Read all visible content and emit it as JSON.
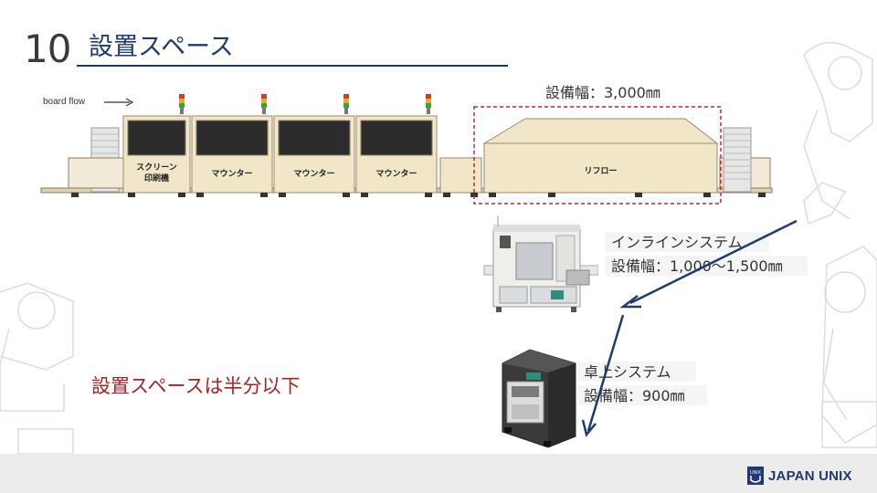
{
  "slide": {
    "number": "10",
    "title": "設置スペース"
  },
  "line_diagram": {
    "flow_label": "board flow",
    "reflow_width_caption": "設備幅：3,000㎜",
    "machines": [
      {
        "name": "printer",
        "label_line1": "スクリーン",
        "label_line2": "印刷機"
      },
      {
        "name": "mounter-1",
        "label": "マウンター"
      },
      {
        "name": "mounter-2",
        "label": "マウンター"
      },
      {
        "name": "mounter-3",
        "label": "マウンター"
      },
      {
        "name": "reflow",
        "label": "リフロー"
      }
    ],
    "signal_lamp_colors": [
      "#d23b2b",
      "#e8b020",
      "#3aa04a"
    ],
    "highlight_color": "#c0272d"
  },
  "inline_system": {
    "name": "インラインシステム",
    "width": "設備幅：1,000～1,500㎜"
  },
  "desktop_system": {
    "name": "卓上システム",
    "width": "設備幅：900㎜"
  },
  "headline": "設置スペースは半分以下",
  "arrows_color": "#1f3a6e",
  "footer": {
    "logo_badge": "UNIX",
    "logo_text": "JAPAN UNIX"
  }
}
